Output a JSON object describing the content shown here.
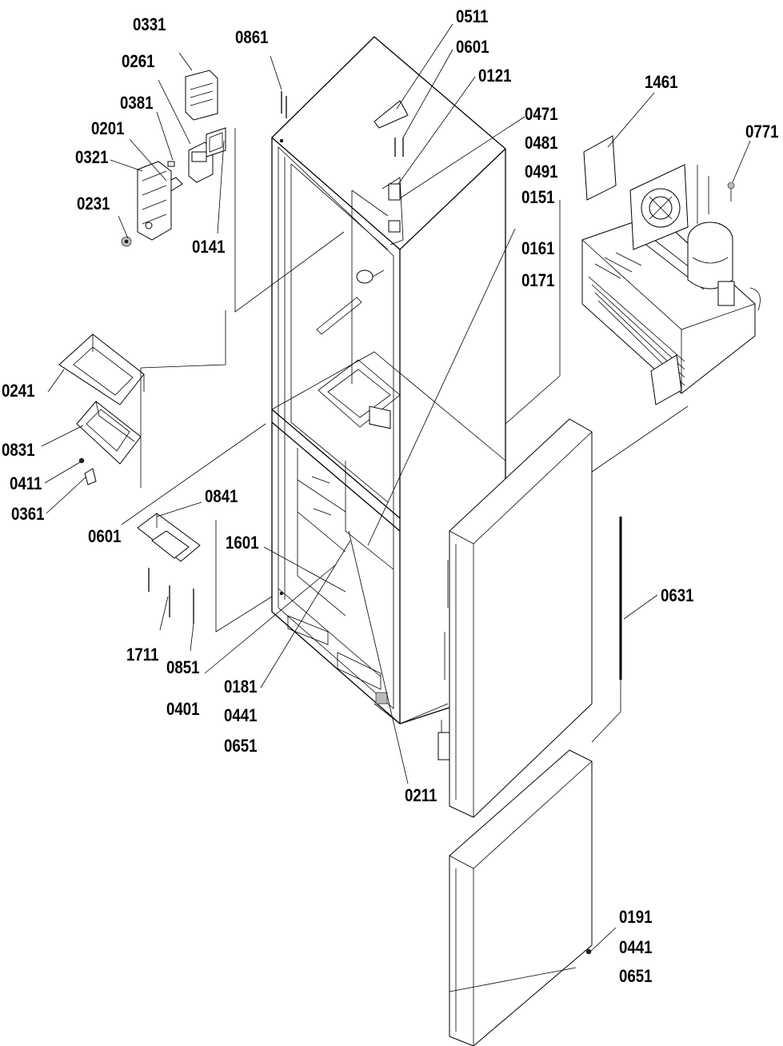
{
  "labels": [
    "0331",
    "0261",
    "0381",
    "0201",
    "0321",
    "0231",
    "0141",
    "0861",
    "0511",
    "0601",
    "0121",
    "0471",
    "0481",
    "0491",
    "1461",
    "0771",
    "0151",
    "0161",
    "0171",
    "0241",
    "0831",
    "0411",
    "0361",
    "0601",
    "0841",
    "1601",
    "1711",
    "0851",
    "0401",
    "0181",
    "0441",
    "0651",
    "0211",
    "0631",
    "0191",
    "0441",
    "0651"
  ]
}
